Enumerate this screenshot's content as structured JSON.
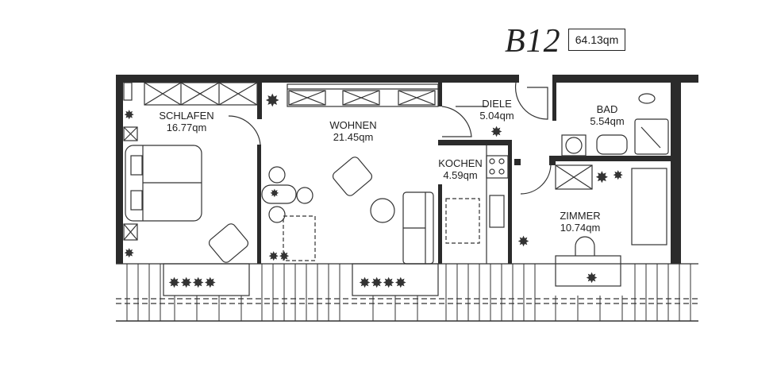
{
  "plan": {
    "unit_id": "B12",
    "total_area": "64.13qm"
  },
  "rooms": [
    {
      "name": "SCHLAFEN",
      "area": "16.77qm"
    },
    {
      "name": "WOHNEN",
      "area": "21.45qm"
    },
    {
      "name": "DIELE",
      "area": "5.04qm"
    },
    {
      "name": "KOCHEN",
      "area": "4.59qm"
    },
    {
      "name": "BAD",
      "area": "5.54qm"
    },
    {
      "name": "ZIMMER",
      "area": "10.74qm"
    }
  ],
  "colors": {
    "wall": "#2b2b2b",
    "line": "#333333",
    "background": "#ffffff"
  }
}
